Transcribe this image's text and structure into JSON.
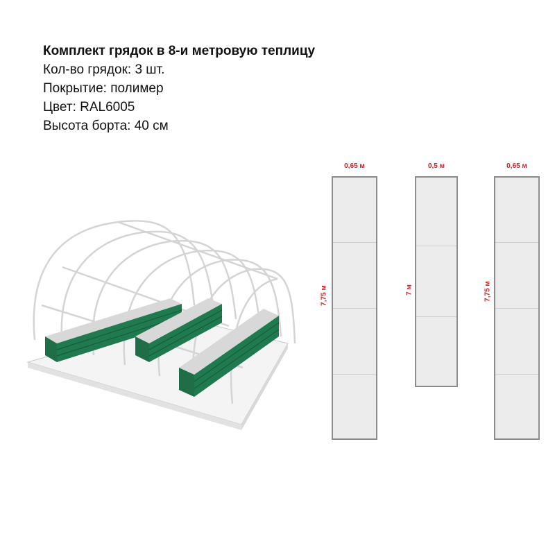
{
  "spec": {
    "title": "Комплект грядок в 8-и метровую теплицу",
    "count_line": "Кол-во грядок: 3 шт.",
    "coating_line": "Покрытие: полимер",
    "color_line": "Цвет: RAL6005",
    "height_line": "Высота борта: 40 см"
  },
  "beds": [
    {
      "width": "0,65 м",
      "length": "7,75 м"
    },
    {
      "width": "0,5 м",
      "length": "7 м"
    },
    {
      "width": "0,65 м",
      "length": "7,75 м"
    }
  ],
  "colors": {
    "bed_green": "#1f7a4f",
    "label_red": "#d32020",
    "frame_gray": "#8c8c8c"
  }
}
